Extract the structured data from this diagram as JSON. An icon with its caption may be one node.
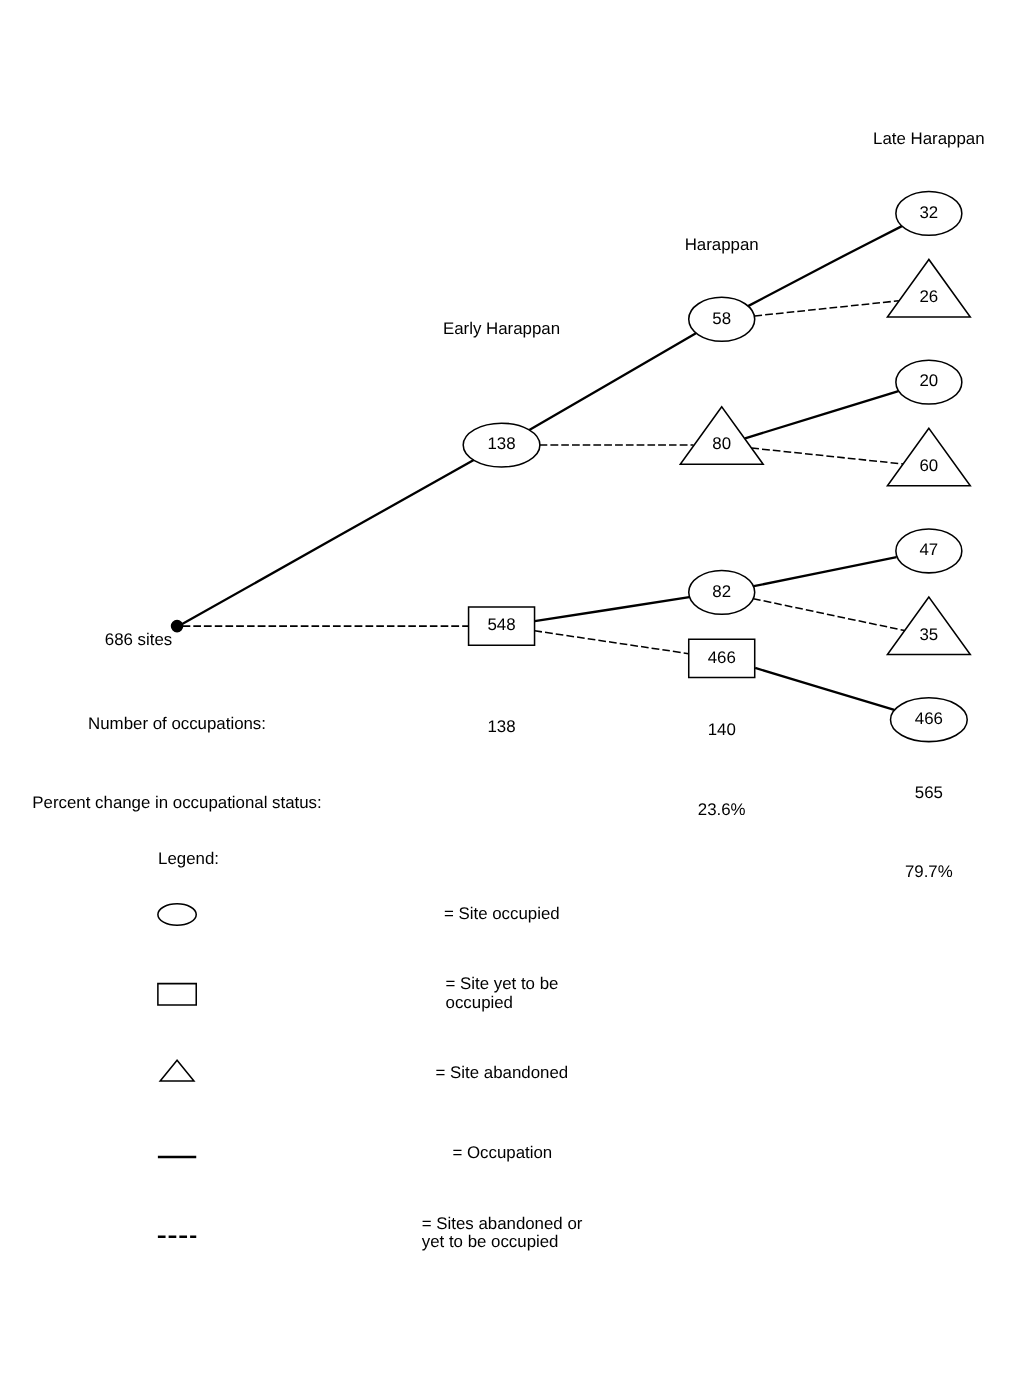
{
  "diagram": {
    "nodes": [
      {
        "text": [],
        "shape": "circle",
        "beside": [
          "686 sites"
        ]
      },
      {
        "text": [
          "138"
        ]
      },
      {
        "text": [
          "548"
        ]
      },
      {
        "text": [
          "58"
        ]
      },
      {
        "text": [
          "80"
        ]
      },
      {
        "text": [
          "82"
        ]
      },
      {
        "text": [
          "466"
        ]
      },
      {
        "text": [
          "32"
        ]
      },
      {
        "text": [
          "26"
        ]
      },
      {
        "text": [
          "20"
        ]
      },
      {
        "text": [
          "60"
        ]
      },
      {
        "text": [
          "47"
        ]
      },
      {
        "text": [
          "35"
        ]
      },
      {
        "text": [
          "466"
        ]
      }
    ],
    "edges": [
      {
        "from": 0,
        "to": 1,
        "arrow": "none"
      },
      {
        "from": 0,
        "to": 2,
        "arrow": "none",
        "style": "dashed"
      },
      {
        "from": 1,
        "to": 3,
        "arrow": "none"
      },
      {
        "from": 1,
        "to": 4,
        "arrow": "none",
        "style": "dashed"
      },
      {
        "from": 2,
        "to": 5,
        "arrow": "none"
      },
      {
        "from": 2,
        "to": 6,
        "arrow": "none",
        "style": "dashed"
      },
      {
        "from": 3,
        "to": 7,
        "arrow": "none"
      },
      {
        "from": 3,
        "to": 8,
        "arrow": "none",
        "style": "dashed"
      },
      {
        "from": 4,
        "to": 9,
        "arrow": "none"
      },
      {
        "from": 4,
        "to": 10,
        "arrow": "none",
        "style": "dashed"
      },
      {
        "from": 5,
        "to": 11,
        "arrow": "none"
      },
      {
        "from": 5,
        "to": 12,
        "arrow": "none",
        "style": "dashed"
      },
      {
        "from": 6,
        "to": 13,
        "arrow": "none"
      }
    ],
    "labels": [
      "Legend:",
      "Early Harappan",
      "Harappan",
      "Late Harappan",
      "Number of occupations:",
      "138",
      "140",
      "565",
      "Percent change in occupational status:",
      "23.6%",
      "79.7%"
    ],
    "legend": [
      {
        "text": "= Site occupied"
      },
      {
        "text": "= Site yet to be occupied"
      },
      {
        "text": "= Site abandoned"
      },
      {
        "text": "= Occupation"
      },
      {
        "text": "= Sites abandoned or yet to be occupied"
      }
    ]
  }
}
